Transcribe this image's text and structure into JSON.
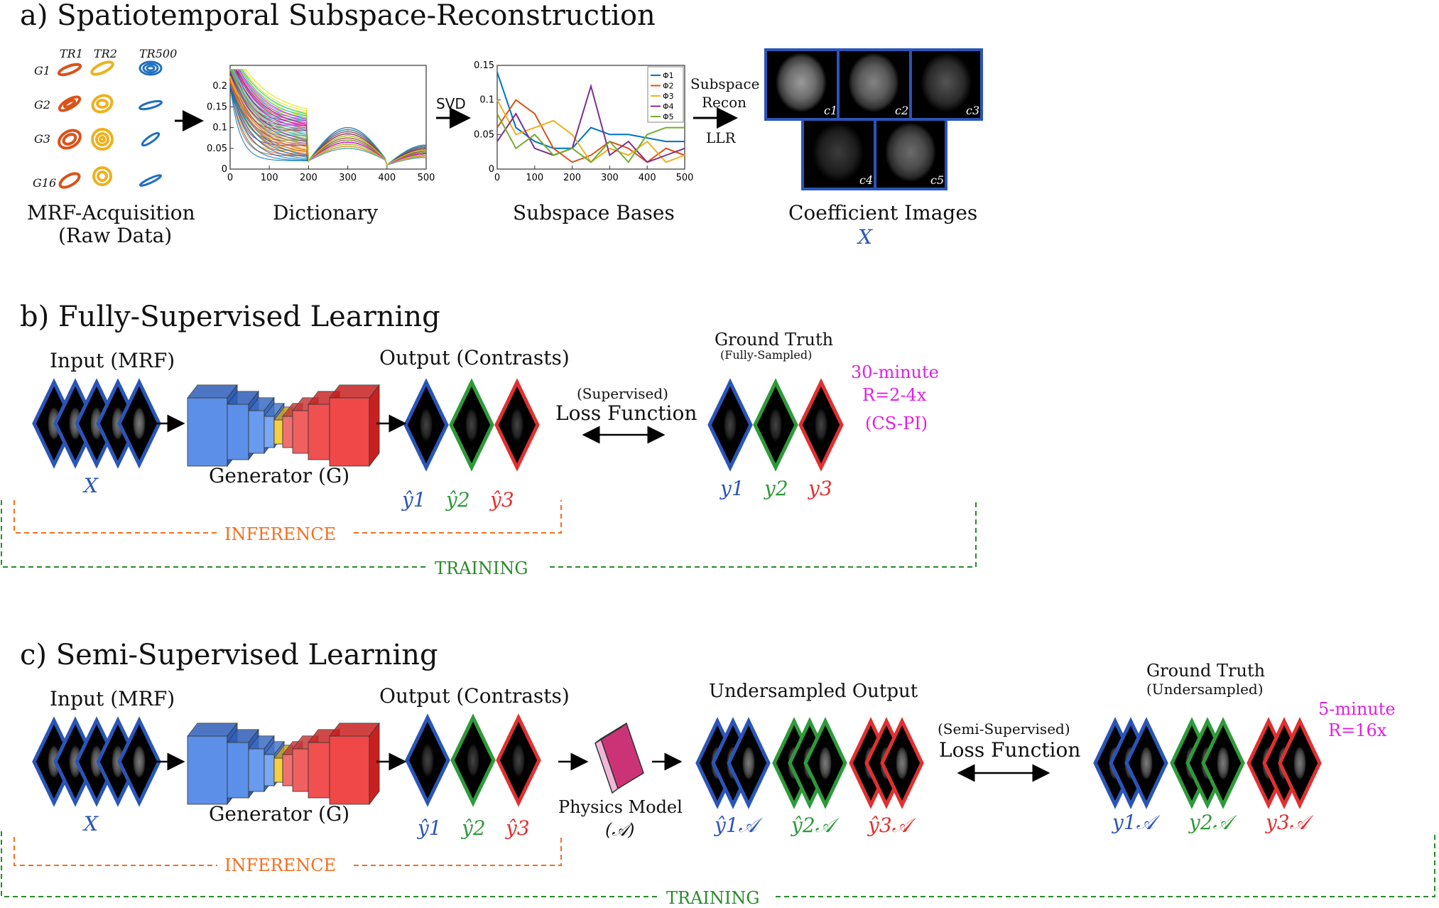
{
  "panel_a": {
    "title": "a) Spatiotemporal Subspace-Reconstruction",
    "acq_caption_1": "MRF-Acquisition",
    "acq_caption_2": "(Raw Data)",
    "tr_labels": [
      "TR1",
      "TR2",
      "TR500"
    ],
    "g_labels": [
      "G1",
      "G2",
      "G3",
      "G16"
    ],
    "dict_caption": "Dictionary",
    "svd_label": "SVD",
    "bases_caption": "Subspace Bases",
    "recon_label_1": "Subspace",
    "recon_label_2": "Recon",
    "recon_label_3": "LLR",
    "coef_caption": "Coefficient Images",
    "coef_symbol": "X",
    "coef_labels": [
      "c1",
      "c2",
      "c3",
      "c4",
      "c5"
    ],
    "legend": [
      "Φ1",
      "Φ2",
      "Φ3",
      "Φ4",
      "Φ5"
    ],
    "colors": {
      "phi1": "#0072bd",
      "phi2": "#d95319",
      "phi3": "#edb120",
      "phi4": "#7e2f8e",
      "phi5": "#77ac30"
    }
  },
  "chart_data": [
    {
      "type": "line",
      "title": "",
      "xlabel": "",
      "ylabel": "",
      "xlim": [
        0,
        500
      ],
      "ylim": [
        0,
        0.25
      ],
      "xticks": [
        "0",
        "100",
        "200",
        "300",
        "400",
        "500"
      ],
      "yticks": [
        "0",
        "0.05",
        "0.1",
        "0.15",
        "0.2"
      ],
      "description_series": "many dictionary signal curves"
    },
    {
      "type": "line",
      "title": "",
      "xlim": [
        0,
        500
      ],
      "ylim": [
        0,
        0.15
      ],
      "xticks": [
        "0",
        "100",
        "200",
        "300",
        "400",
        "500"
      ],
      "yticks": [
        "0",
        "0.05",
        "0.1",
        "0.15"
      ],
      "series": [
        {
          "name": "Φ1",
          "x": [
            0,
            50,
            100,
            150,
            200,
            250,
            300,
            350,
            400,
            450,
            500
          ],
          "y": [
            0.14,
            0.06,
            0.04,
            0.03,
            0.03,
            0.06,
            0.05,
            0.05,
            0.045,
            0.04,
            0.04
          ]
        },
        {
          "name": "Φ2",
          "x": [
            0,
            50,
            100,
            150,
            200,
            250,
            300,
            350,
            400,
            450,
            500
          ],
          "y": [
            0.06,
            0.1,
            0.08,
            0.03,
            0.01,
            0.02,
            0.04,
            0.03,
            0.01,
            0.03,
            0.02
          ]
        },
        {
          "name": "Φ3",
          "x": [
            0,
            50,
            100,
            150,
            200,
            250,
            300,
            350,
            400,
            450,
            500
          ],
          "y": [
            0.1,
            0.05,
            0.06,
            0.07,
            0.05,
            0.01,
            0.03,
            0.02,
            0.04,
            0.01,
            0.02
          ]
        },
        {
          "name": "Φ4",
          "x": [
            0,
            50,
            100,
            150,
            200,
            250,
            300,
            350,
            400,
            450,
            500
          ],
          "y": [
            0.04,
            0.08,
            0.03,
            0.02,
            0.03,
            0.12,
            0.02,
            0.04,
            0.01,
            0.02,
            0.03
          ]
        },
        {
          "name": "Φ5",
          "x": [
            0,
            50,
            100,
            150,
            200,
            250,
            300,
            350,
            400,
            450,
            500
          ],
          "y": [
            0.08,
            0.03,
            0.05,
            0.02,
            0.03,
            0.01,
            0.04,
            0.01,
            0.05,
            0.06,
            0.06
          ]
        }
      ]
    }
  ],
  "panel_b": {
    "title": "b) Fully-Supervised Learning",
    "input_label": "Input (MRF)",
    "input_symbol": "X",
    "generator_label": "Generator (G)",
    "output_label": "Output (Contrasts)",
    "output_symbols": [
      "ŷ1",
      "ŷ2",
      "ŷ3"
    ],
    "loss_sub": "(Supervised)",
    "loss_label": "Loss Function",
    "gt_label": "Ground Truth",
    "gt_sub": "(Fully-Sampled)",
    "gt_symbols": [
      "y1",
      "y2",
      "y3"
    ],
    "note_1": "30-minute",
    "note_2": "R=2-4x",
    "note_3": "(CS-PI)",
    "inference": "INFERENCE",
    "training": "TRAINING"
  },
  "panel_c": {
    "title": "c) Semi-Supervised Learning",
    "input_label": "Input (MRF)",
    "input_symbol": "X",
    "generator_label": "Generator (G)",
    "output_label": "Output (Contrasts)",
    "output_symbols": [
      "ŷ1",
      "ŷ2",
      "ŷ3"
    ],
    "physics_label": "Physics Model",
    "physics_symbol": "(𝒜)",
    "under_label": "Undersampled Output",
    "under_symbols": [
      "ŷ1𝒜",
      "ŷ2𝒜",
      "ŷ3𝒜"
    ],
    "loss_sub": "(Semi-Supervised)",
    "loss_label": "Loss Function",
    "gt_label": "Ground Truth",
    "gt_sub": "(Undersampled)",
    "gt_symbols": [
      "y1𝒜",
      "y2𝒜",
      "y3𝒜"
    ],
    "note_1": "5-minute",
    "note_2": "R=16x",
    "inference": "INFERENCE",
    "training": "TRAINING"
  }
}
